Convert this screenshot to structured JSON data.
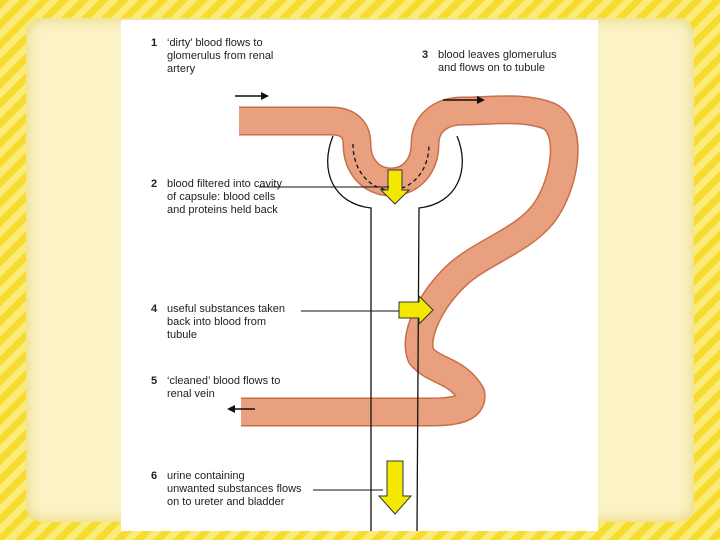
{
  "slide": {
    "background_colors": [
      "#f6dc2e",
      "#fbec7a"
    ],
    "panel_color": "#fbf3c6"
  },
  "diagram": {
    "colors": {
      "vessel_fill": "#e8a07e",
      "vessel_outline": "#c96e4c",
      "arrow_yellow": "#f4e800",
      "line": "#111111"
    },
    "labels": [
      {
        "number": "1",
        "text": "‘dirty’ blood flows to\nglomerulus from renal\nartery"
      },
      {
        "number": "2",
        "text": "blood filtered into cavity\nof capsule: blood cells\nand proteins held back"
      },
      {
        "number": "3",
        "text": "blood leaves glomerulus\nand flows on to tubule"
      },
      {
        "number": "4",
        "text": "useful substances taken\nback into blood from\ntubule"
      },
      {
        "number": "5",
        "text": "‘cleaned’ blood flows to\nrenal vein"
      },
      {
        "number": "6",
        "text": "urine containing\nunwanted substances flows\non to ureter and bladder"
      }
    ]
  }
}
